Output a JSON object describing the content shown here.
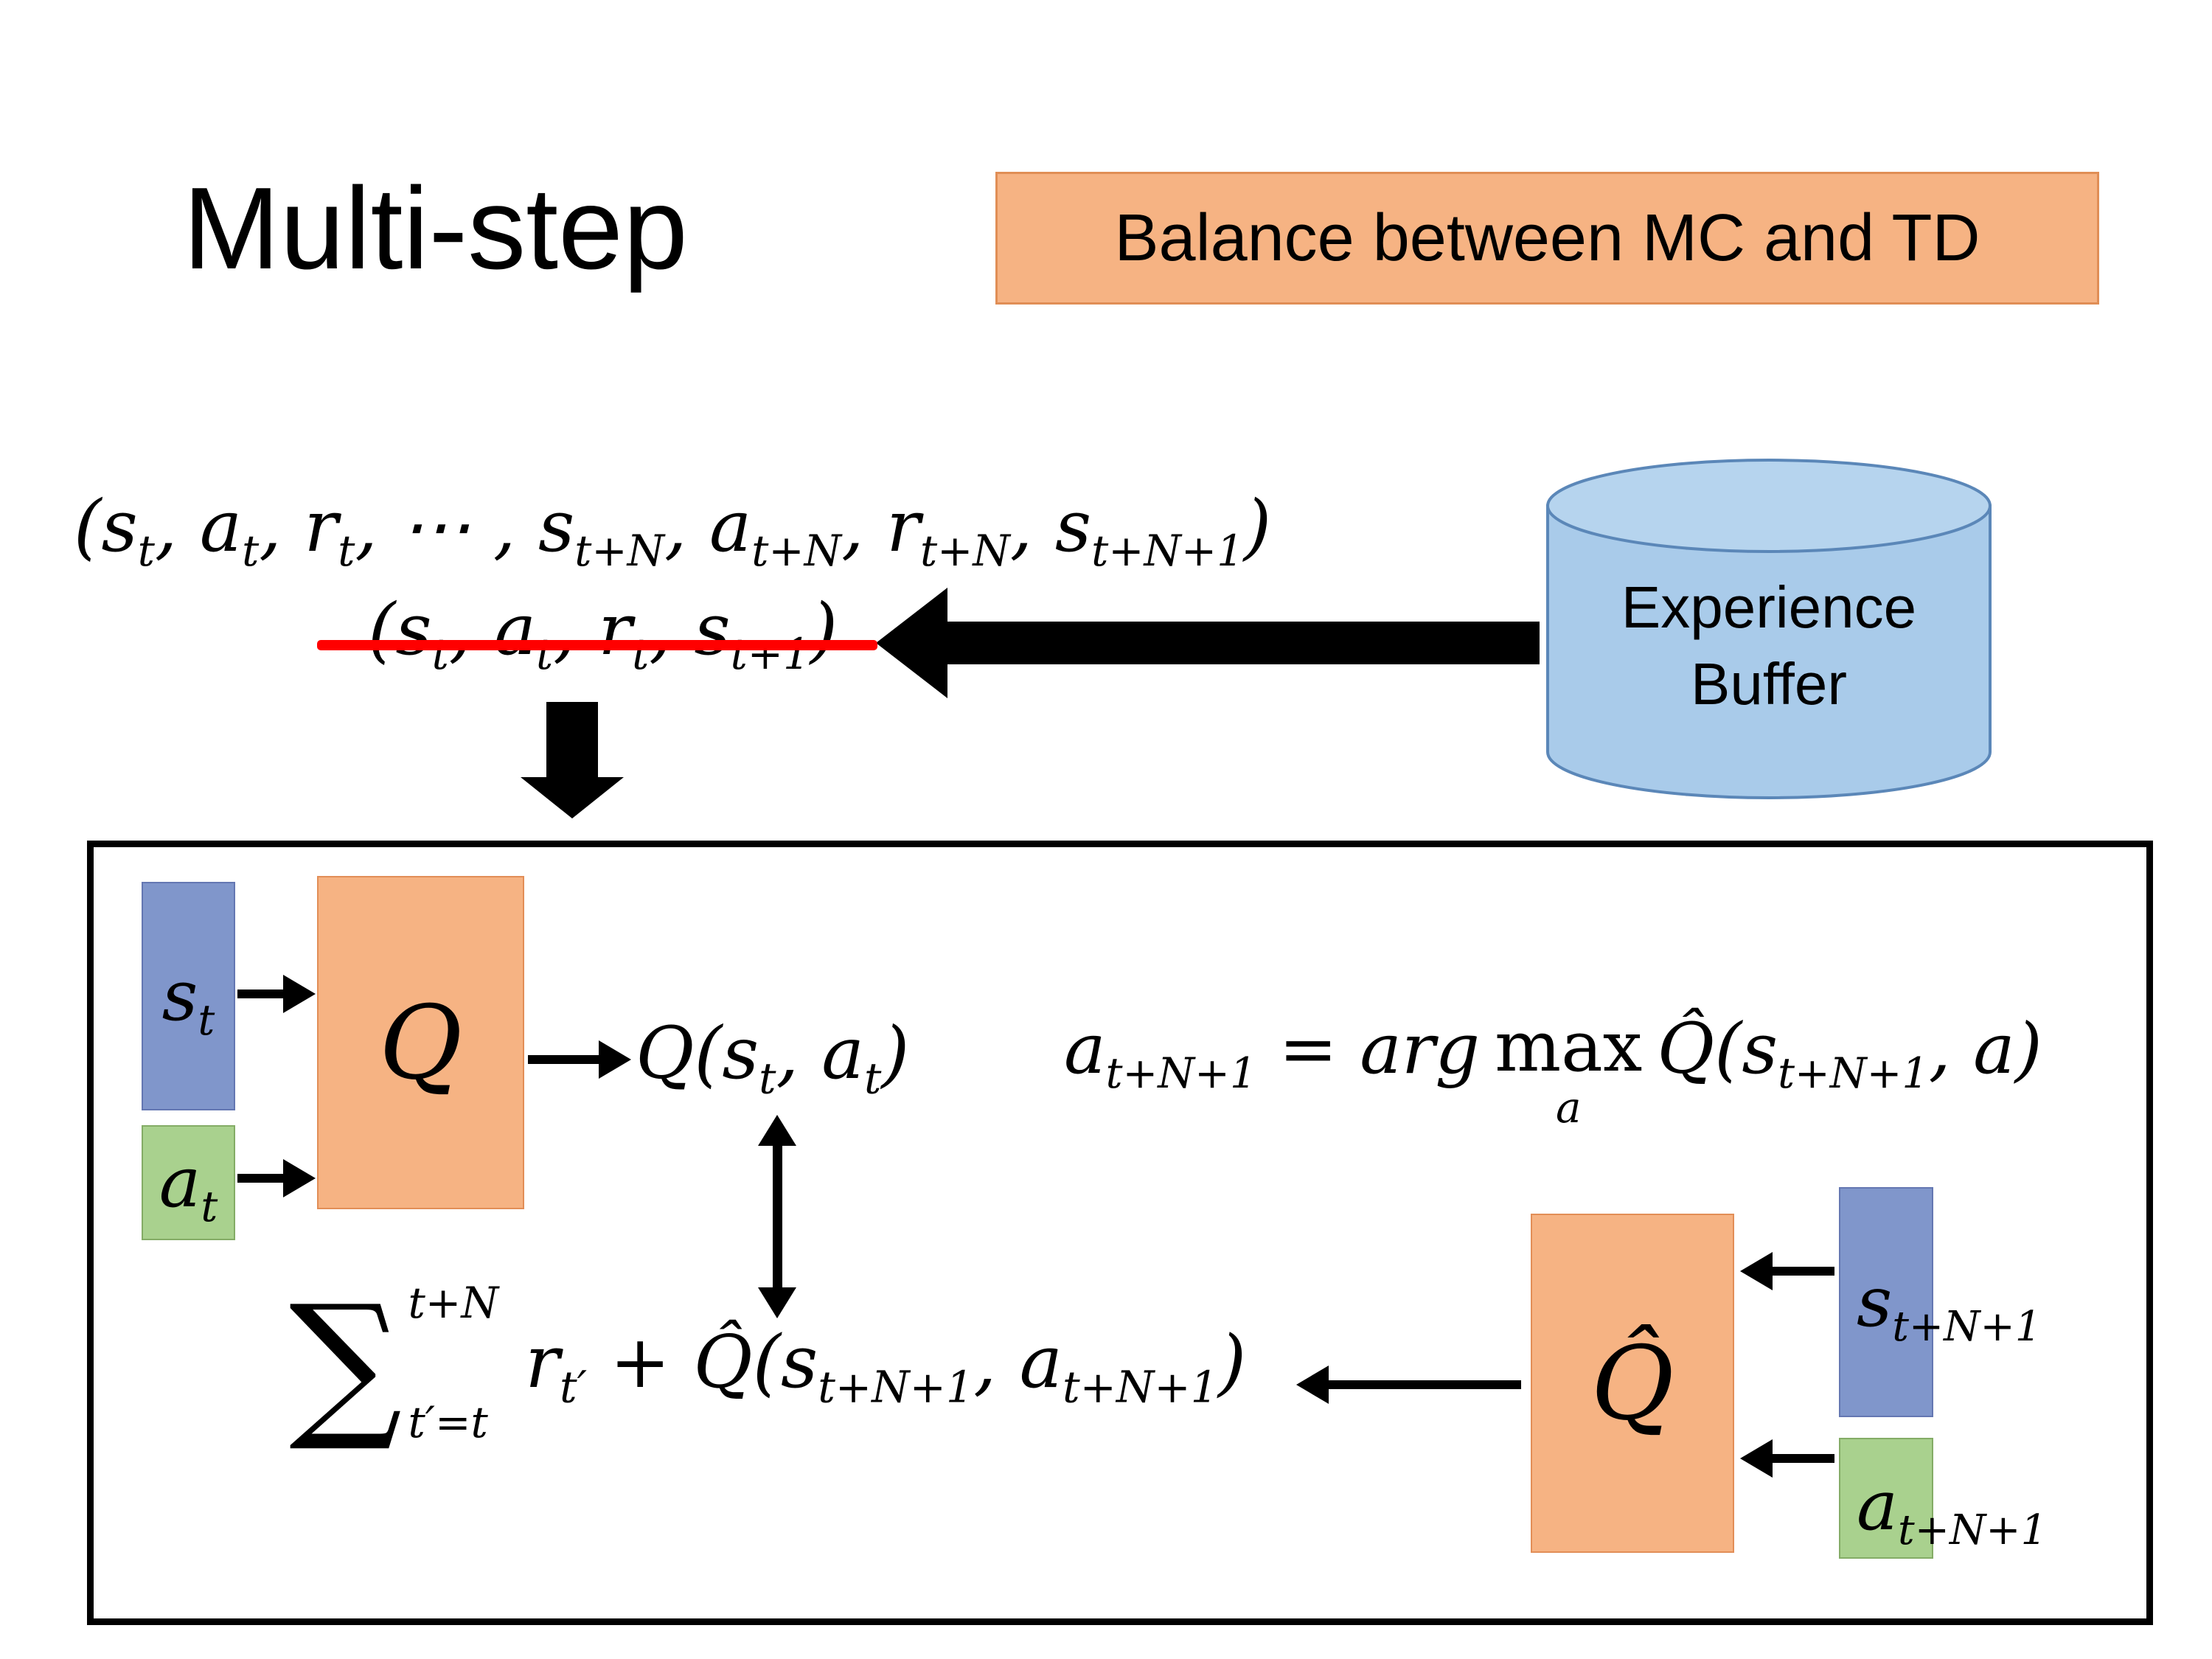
{
  "header": {
    "title": "Multi-step",
    "banner": "Balance between MC and TD"
  },
  "experience_buffer": {
    "line1": "Experience",
    "line2": "Buffer"
  },
  "tuples": {
    "multi_step_html": "(s<sub>t</sub>, a<sub>t</sub>, r<sub>t</sub>, ⋯ , s<sub>t+N</sub>, a<sub>t+N</sub>, r<sub>t+N</sub>, s<sub>t+N+1</sub>)",
    "single_step_html": "(s<sub>t</sub>, a<sub>t</sub>, r<sub>t</sub>, s<sub>t+1</sub>)"
  },
  "network": {
    "q_label": "Q",
    "q_hat_label": "Q̂",
    "input_state_html": "s<sub>t</sub>",
    "input_action_html": "a<sub>t</sub>",
    "target_state_html": "s<sub>t+N+1</sub>",
    "target_action_html": "a<sub>t+N+1</sub>",
    "q_value_html": "Q(s<sub>t</sub>, a<sub>t</sub>)"
  },
  "equations": {
    "argmax_prefix_html": "a<sub>t+N+1</sub> = arg",
    "argmax_operator": "max",
    "argmax_under": "a",
    "argmax_suffix_html": "Q̂(s<sub>t+N+1</sub>, a)",
    "sum_sigma": "∑",
    "sum_upper_html": "t+N",
    "sum_lower_html": "t′=t",
    "sum_body_html": "r<sub>t′</sub> + Q̂(s<sub>t+N+1</sub>, a<sub>t+N+1</sub>)"
  },
  "colors": {
    "salmon_fill": "#F6B383",
    "salmon_border": "#E28E57",
    "blue_fill": "#8096CB",
    "green_fill": "#A9D18E",
    "cylinder_fill": "#A9CBEA",
    "cylinder_border": "#5B87B8",
    "strike_red": "#FF0000",
    "arrow_black": "#000000"
  }
}
